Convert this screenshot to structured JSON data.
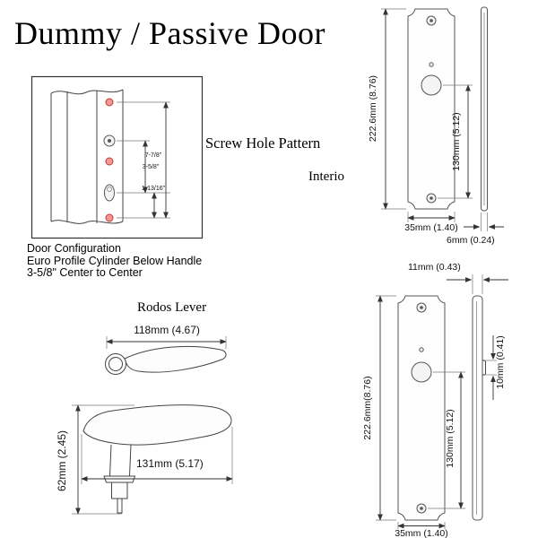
{
  "title": "Dummy / Passive Door",
  "labels": {
    "screw_hole_pattern": "Screw Hole Pattern",
    "interior": "Interio",
    "rodos_lever": "Rodos Lever"
  },
  "config": {
    "line1": "Door Configuration",
    "line2": "Euro Profile Cylinder Below Handle",
    "line3": "3-5/8\" Center to Center"
  },
  "door_box": {
    "dim_overall": "7-7/8\"",
    "dim_center_to_center": "3-5/8\"",
    "dim_cylinder": "1-13/16\""
  },
  "lever": {
    "dim_top_length": "118mm (4.67)",
    "dim_side_length": "131mm (5.17)",
    "dim_height": "62mm (2.45)"
  },
  "plate_top": {
    "dim_height": "222.6mm (8.76)",
    "dim_center_spacing": "130mm (5.12)",
    "dim_width": "35mm (1.40)",
    "dim_thickness": "6mm (0.24)"
  },
  "plate_bottom": {
    "dim_standoff": "11mm (0.43)",
    "dim_boss": "10mm (0.41)",
    "dim_height": "222.6mm(8.76)",
    "dim_center_spacing": "130mm (5.12)",
    "dim_width": "35mm (1.40)"
  },
  "colors": {
    "screw_hole_fill": "#f19999",
    "screw_hole_stroke": "#c0392b",
    "line_color": "#333333"
  }
}
